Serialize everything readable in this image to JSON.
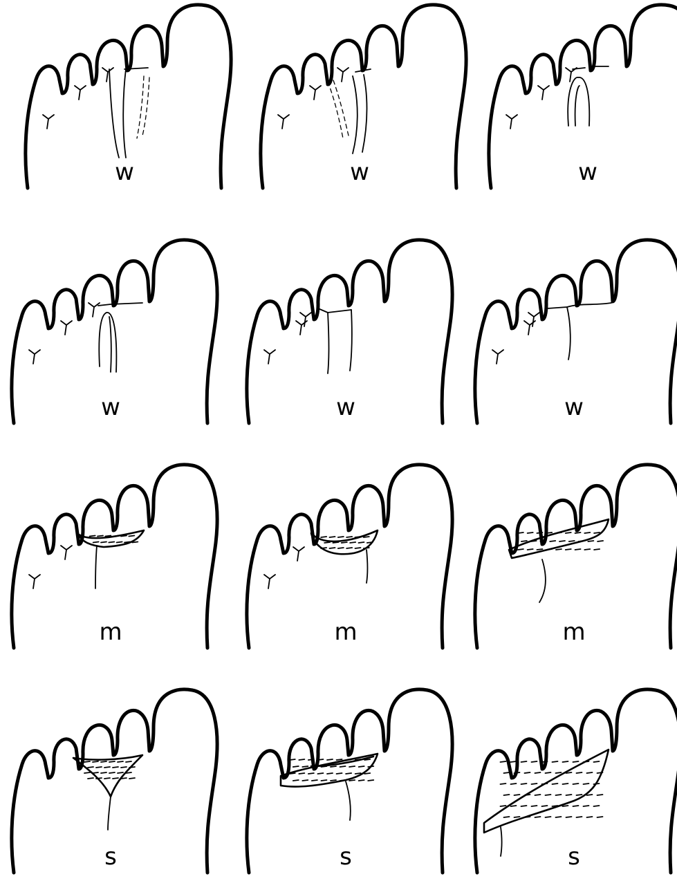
{
  "figure": {
    "panels": [
      {
        "label": "w",
        "kind": "lines",
        "variant": 1
      },
      {
        "label": "w",
        "kind": "lines",
        "variant": 2
      },
      {
        "label": "w",
        "kind": "lines",
        "variant": 3
      },
      {
        "label": "w",
        "kind": "lines",
        "variant": 4
      },
      {
        "label": "w",
        "kind": "lines",
        "variant": 5
      },
      {
        "label": "w",
        "kind": "lines",
        "variant": 6
      },
      {
        "label": "m",
        "kind": "web",
        "variant": 1
      },
      {
        "label": "m",
        "kind": "web",
        "variant": 2
      },
      {
        "label": "m",
        "kind": "web",
        "variant": 3
      },
      {
        "label": "s",
        "kind": "web",
        "variant": 1
      },
      {
        "label": "s",
        "kind": "web",
        "variant": 2
      },
      {
        "label": "s",
        "kind": "web",
        "variant": 3
      }
    ]
  }
}
